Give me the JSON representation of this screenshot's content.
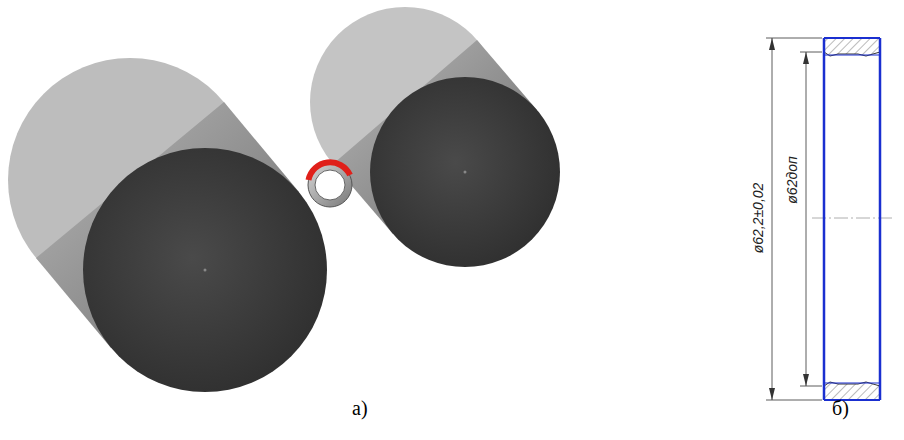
{
  "diagram": {
    "labels": [
      "а)",
      "б)",
      "ø62,2±0,02",
      "ø62доп"
    ]
  }
}
